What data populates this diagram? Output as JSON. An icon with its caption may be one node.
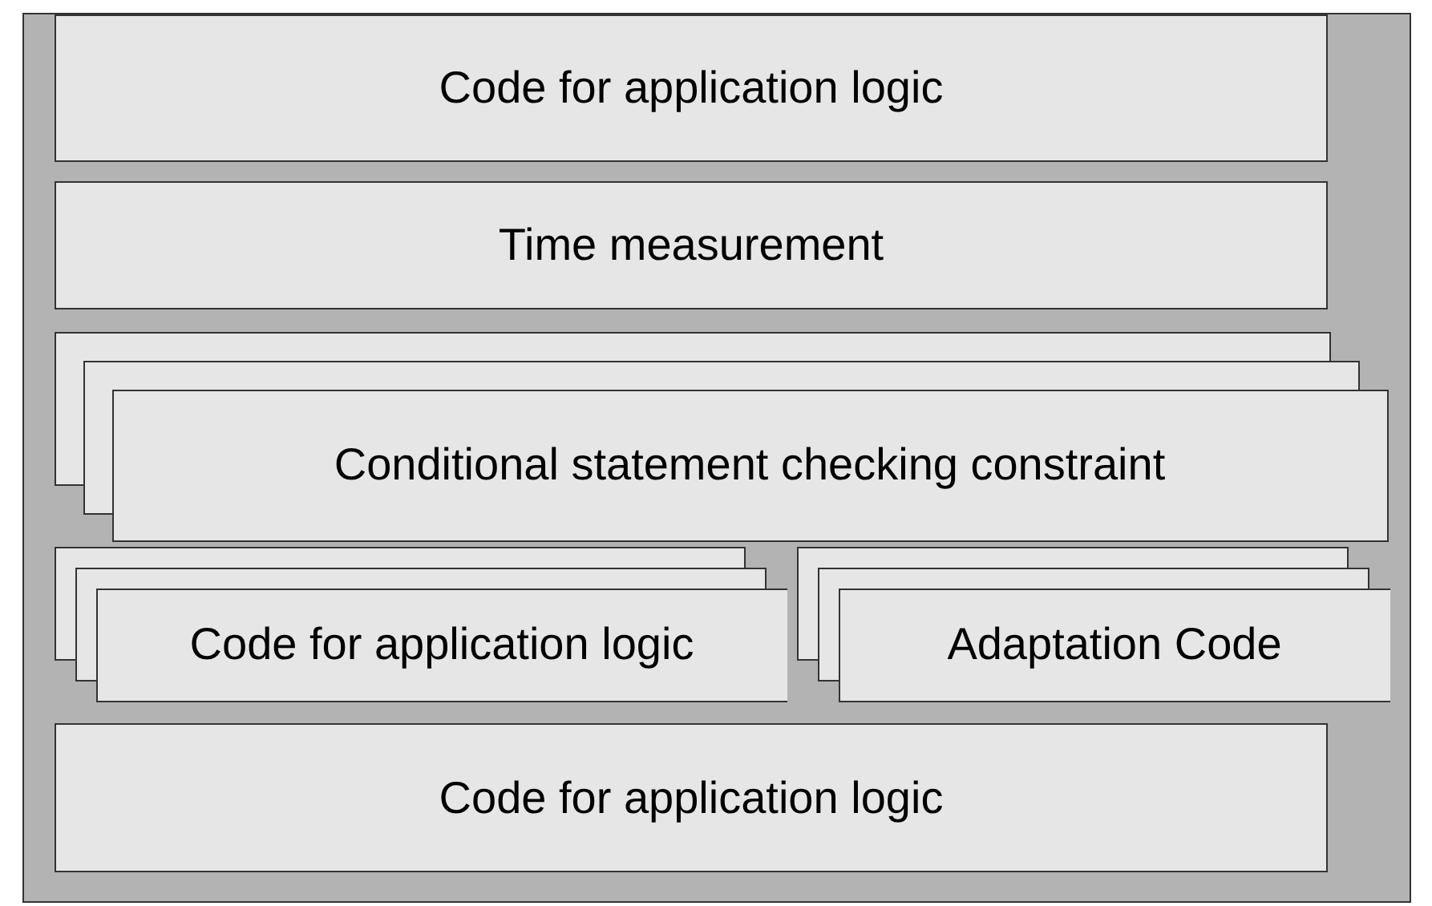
{
  "diagram": {
    "nodes": [
      {
        "text": [],
        "shape": "box"
      },
      {
        "text": [
          "Code for application logic"
        ],
        "in": 0
      },
      {
        "text": [
          "Time measurement"
        ],
        "in": 0
      },
      {
        "text": [
          "Conditional statement checking constraint"
        ],
        "in": 0
      },
      {
        "text": [
          "Code for application logic"
        ],
        "in": 0
      },
      {
        "text": [
          "Adaptation Code"
        ],
        "in": 0
      },
      {
        "text": [
          "Code for application logic"
        ],
        "in": 0
      }
    ]
  }
}
